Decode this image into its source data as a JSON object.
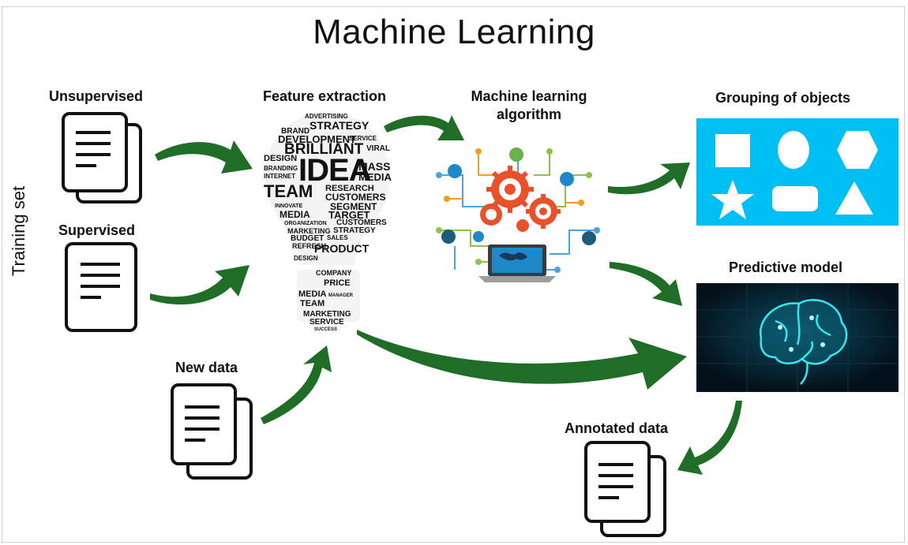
{
  "title": "Machine Learning",
  "labels": {
    "training_set": "Training set",
    "unsupervised": "Unsupervised",
    "supervised": "Supervised",
    "new_data": "New data",
    "feature_extraction": "Feature extraction",
    "ml_algorithm_line1": "Machine learning",
    "ml_algorithm_line2": "algorithm",
    "grouping": "Grouping of objects",
    "predictive_model": "Predictive model",
    "annotated_data": "Annotated data"
  },
  "word_cloud": [
    "ADVERTISING",
    "STRATEGY",
    "BRAND",
    "DEVELOPMENT",
    "SERVICE",
    "BRILLIANT",
    "VIRAL",
    "DESIGN",
    "IDEA",
    "MASS",
    "MEDIA",
    "BRANDING",
    "INTERNET",
    "TEAM",
    "RESEARCH",
    "CUSTOMERS",
    "SEGMENT",
    "INNOVATE",
    "MEDIA",
    "TARGET",
    "ORGANIZATION",
    "CUSTOMERS",
    "MARKETING",
    "STRATEGY",
    "BUDGET",
    "SALES",
    "REFRESH",
    "PRODUCT",
    "DESIGN",
    "COMPANY",
    "PRICE",
    "MEDIA",
    "MANAGER",
    "TEAM",
    "MARKETING",
    "SERVICE",
    "SUCCESS"
  ],
  "colors": {
    "arrow": "#1f6d26",
    "grouping_bg": "#00bff3",
    "model_bg": "#0a1a24",
    "brain": "#38e6f0"
  },
  "icons": {
    "document": "document-icon",
    "gears": "gears-network-icon",
    "laptop": "laptop-icon",
    "brain": "brain-icon"
  }
}
